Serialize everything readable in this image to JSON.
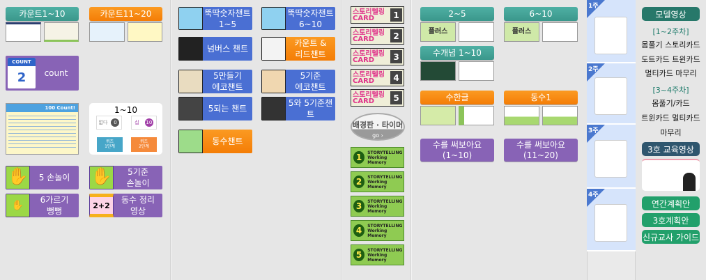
{
  "col1": {
    "count1_10": "카운트1~10",
    "count11_20": "카운트11~20",
    "count": "count",
    "count_icon_label": "COUNT",
    "count_icon_num": "2",
    "count100_title": "100 Count!",
    "card": {
      "title": "1~10",
      "left_label": "없다",
      "left_num": "0",
      "right_label": "십",
      "right_num": "10",
      "quiz1": "퀴즈\n1단계",
      "quiz2": "퀴즈\n2단계"
    },
    "hand5": "5 손놀이",
    "hand5base": "5기준\n손놀이",
    "split6": "6가르기\n뻥뻥",
    "same": "동수 정리\n영상",
    "same_icon": "2+2"
  },
  "col2": {
    "items": [
      {
        "label": "뚝딱숫자챈트\n1~5"
      },
      {
        "label": "뚝딱숫자챈트\n6~10"
      },
      {
        "label": "넘버스 챈트"
      },
      {
        "label": "카운트 &\n리드챈트"
      },
      {
        "label": "5만들기\n에코챈트"
      },
      {
        "label": "5기준\n에코챈트"
      },
      {
        "label": "5되는 챈트"
      },
      {
        "label": "5와 5기준챈트"
      },
      {
        "label": "동수챈트"
      }
    ]
  },
  "col3": {
    "card_title": "스토리텔링\nCARD",
    "cards": [
      "1",
      "2",
      "3",
      "4",
      "5"
    ],
    "timer": "배경판 · 타이머",
    "timer_go": "go ›",
    "story_title": "STORYTELLING",
    "story_sub": "Working Memory",
    "stories": [
      "1",
      "2",
      "3",
      "4",
      "5"
    ]
  },
  "col4": {
    "b2_5": "2~5",
    "b6_10": "6~10",
    "concept": "수개념 1~10",
    "hangul": "수한글",
    "same1": "동수1",
    "plus": "플러스",
    "write1": "수를 써보아요\n(1~10)",
    "write2": "수를 써보아요\n(11~20)"
  },
  "weeks": [
    {
      "label": "1주"
    },
    {
      "label": "2주"
    },
    {
      "label": "3주"
    },
    {
      "label": "4주"
    }
  ],
  "col6": {
    "model": "모델영상",
    "w12": "[1~2주차]",
    "w12_lines": [
      "몸풀기  스토리카드",
      "도트카드   트윈카드",
      "멀티카드  마무리"
    ],
    "w34": "[3~4주차]",
    "w34_lines": [
      "몸풀기/카드",
      "트윈카드  멀티카드",
      "마무리"
    ],
    "edu": "3호 교육영상",
    "annual": "연간계획안",
    "plan3": "3호계획안",
    "guide": "신규교사 가이드"
  }
}
